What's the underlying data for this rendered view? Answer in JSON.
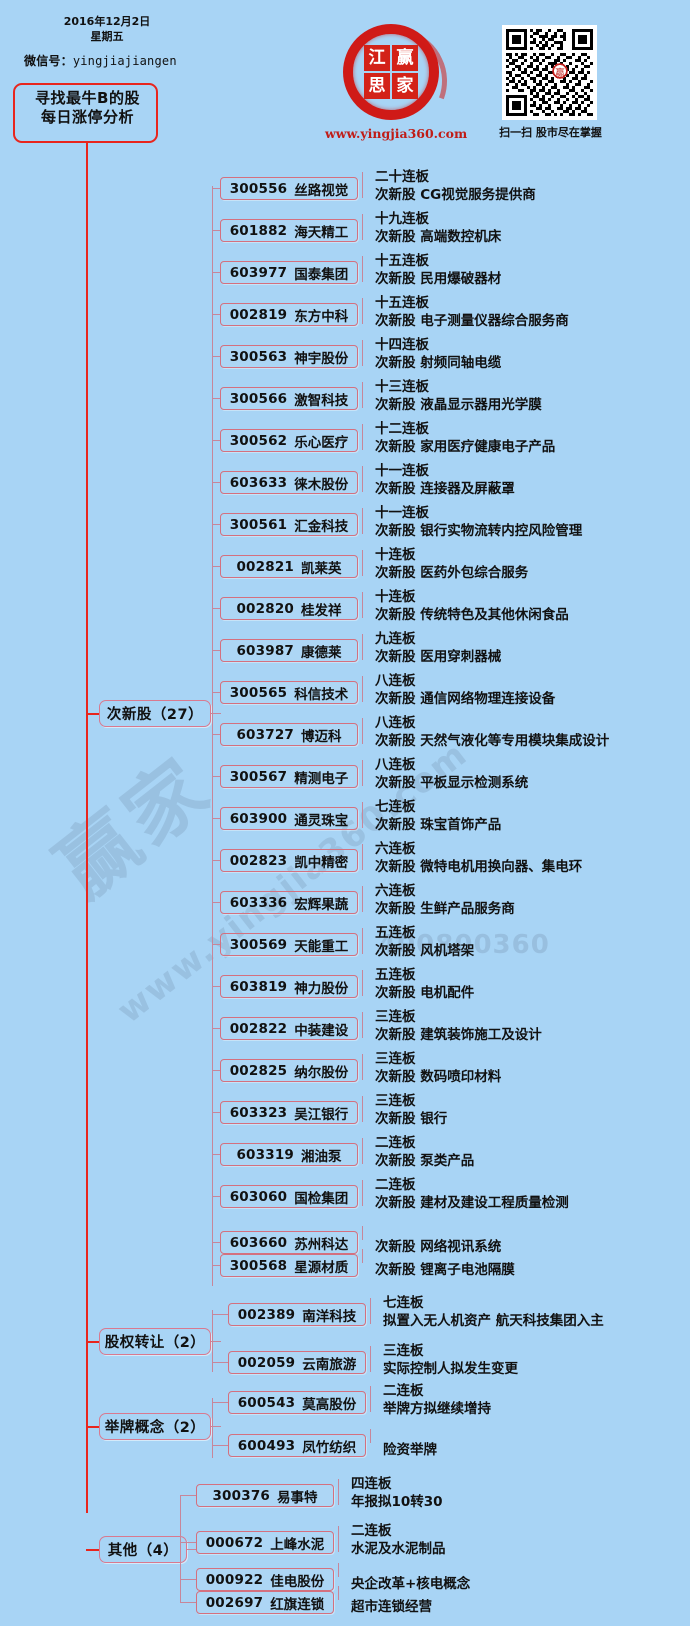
{
  "header": {
    "date": "2016年12月2日",
    "weekday": "星期五",
    "wechat_label": "微信号：",
    "wechat_id": "yingjiajiangen",
    "title_line1": "寻找最牛B的股",
    "title_line2": "每日涨停分析",
    "site_url": "www.yingjia360.com",
    "qr_caption": "扫一扫 股市尽在掌握",
    "seal_chars": [
      "江",
      "赢",
      "思",
      "家"
    ]
  },
  "watermarks": {
    "brand": "赢家",
    "url": "www.yingjia360.com",
    "phone": "400800360"
  },
  "categories": [
    {
      "label": "次新股（27）"
    },
    {
      "label": "股权转让（2）"
    },
    {
      "label": "举牌概念（2）"
    },
    {
      "label": "其他（4）"
    }
  ],
  "chart_data": {
    "type": "table",
    "title": "每日涨停分析 2016年12月2日",
    "groups": [
      {
        "name": "次新股（27）",
        "rows": [
          {
            "code": "300556",
            "name": "丝路视觉",
            "streak": "二十连板",
            "note": "次新股  CG视觉服务提供商"
          },
          {
            "code": "601882",
            "name": "海天精工",
            "streak": "十九连板",
            "note": "次新股  高端数控机床"
          },
          {
            "code": "603977",
            "name": "国泰集团",
            "streak": "十五连板",
            "note": "次新股  民用爆破器材"
          },
          {
            "code": "002819",
            "name": "东方中科",
            "streak": "十五连板",
            "note": "次新股  电子测量仪器综合服务商"
          },
          {
            "code": "300563",
            "name": "神宇股份",
            "streak": "十四连板",
            "note": "次新股  射频同轴电缆"
          },
          {
            "code": "300566",
            "name": "激智科技",
            "streak": "十三连板",
            "note": "次新股  液晶显示器用光学膜"
          },
          {
            "code": "300562",
            "name": "乐心医疗",
            "streak": "十二连板",
            "note": "次新股  家用医疗健康电子产品"
          },
          {
            "code": "603633",
            "name": "徕木股份",
            "streak": "十一连板",
            "note": "次新股  连接器及屏蔽罩"
          },
          {
            "code": "300561",
            "name": "汇金科技",
            "streak": "十一连板",
            "note": "次新股  银行实物流转内控风险管理"
          },
          {
            "code": "002821",
            "name": "凯莱英",
            "streak": "十连板",
            "note": "次新股  医药外包综合服务"
          },
          {
            "code": "002820",
            "name": "桂发祥",
            "streak": "十连板",
            "note": "次新股  传统特色及其他休闲食品"
          },
          {
            "code": "603987",
            "name": "康德莱",
            "streak": "九连板",
            "note": "次新股  医用穿刺器械"
          },
          {
            "code": "300565",
            "name": "科信技术",
            "streak": "八连板",
            "note": "次新股  通信网络物理连接设备"
          },
          {
            "code": "603727",
            "name": "博迈科",
            "streak": "八连板",
            "note": "次新股  天然气液化等专用模块集成设计"
          },
          {
            "code": "300567",
            "name": "精测电子",
            "streak": "八连板",
            "note": "次新股  平板显示检测系统"
          },
          {
            "code": "603900",
            "name": "通灵珠宝",
            "streak": "七连板",
            "note": "次新股  珠宝首饰产品"
          },
          {
            "code": "002823",
            "name": "凯中精密",
            "streak": "六连板",
            "note": "次新股  微特电机用换向器、集电环"
          },
          {
            "code": "603336",
            "name": "宏辉果蔬",
            "streak": "六连板",
            "note": "次新股  生鲜产品服务商"
          },
          {
            "code": "300569",
            "name": "天能重工",
            "streak": "五连板",
            "note": "次新股  风机塔架"
          },
          {
            "code": "603819",
            "name": "神力股份",
            "streak": "五连板",
            "note": "次新股  电机配件"
          },
          {
            "code": "002822",
            "name": "中装建设",
            "streak": "三连板",
            "note": "次新股  建筑装饰施工及设计"
          },
          {
            "code": "002825",
            "name": "纳尔股份",
            "streak": "三连板",
            "note": "次新股  数码喷印材料"
          },
          {
            "code": "603323",
            "name": "吴江银行",
            "streak": "三连板",
            "note": "次新股  银行"
          },
          {
            "code": "603319",
            "name": "湘油泵",
            "streak": "二连板",
            "note": "次新股  泵类产品"
          },
          {
            "code": "603060",
            "name": "国检集团",
            "streak": "二连板",
            "note": "次新股  建材及建设工程质量检测"
          },
          {
            "code": "603660",
            "name": "苏州科达",
            "streak": "",
            "note": "次新股  网络视讯系统"
          },
          {
            "code": "300568",
            "name": "星源材质",
            "streak": "",
            "note": "次新股  锂离子电池隔膜"
          }
        ]
      },
      {
        "name": "股权转让（2）",
        "rows": [
          {
            "code": "002389",
            "name": "南洋科技",
            "streak": "七连板",
            "note": "拟置入无人机资产  航天科技集团入主"
          },
          {
            "code": "002059",
            "name": "云南旅游",
            "streak": "三连板",
            "note": "实际控制人拟发生变更"
          }
        ]
      },
      {
        "name": "举牌概念（2）",
        "rows": [
          {
            "code": "600543",
            "name": "莫高股份",
            "streak": "二连板",
            "note": "举牌方拟继续增持"
          },
          {
            "code": "600493",
            "name": "凤竹纺织",
            "streak": "",
            "note": "险资举牌"
          }
        ]
      },
      {
        "name": "其他（4）",
        "rows": [
          {
            "code": "300376",
            "name": "易事特",
            "streak": "四连板",
            "note": "年报拟10转30"
          },
          {
            "code": "000672",
            "name": "上峰水泥",
            "streak": "二连板",
            "note": "水泥及水泥制品"
          },
          {
            "code": "000922",
            "name": "佳电股份",
            "streak": "",
            "note": "央企改革+核电概念"
          },
          {
            "code": "002697",
            "name": "红旗连锁",
            "streak": "",
            "note": "超市连锁经营"
          }
        ]
      }
    ]
  },
  "colors": {
    "background": "#a8d4f5",
    "trunk": "#e8251d",
    "box_border": "#d4707f",
    "text": "#111111",
    "brand_red": "#cf1a17"
  }
}
